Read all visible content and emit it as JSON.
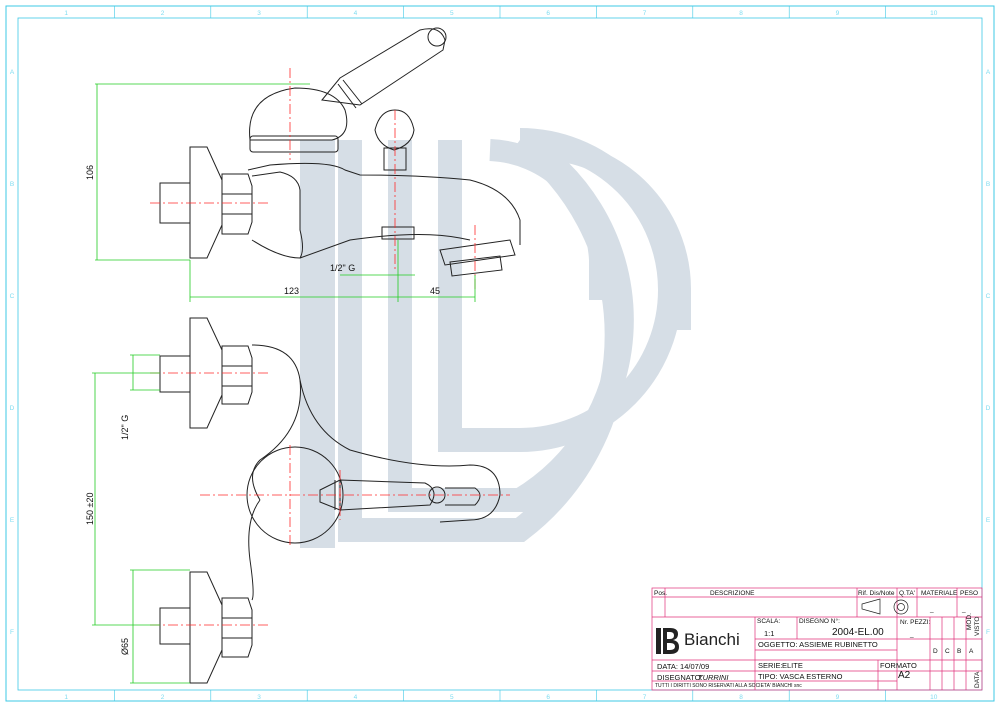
{
  "drawing": {
    "border_cols": [
      "1",
      "2",
      "3",
      "4",
      "5",
      "6",
      "7",
      "8",
      "9",
      "10"
    ],
    "border_rows": [
      "A",
      "B",
      "C",
      "D",
      "E",
      "F"
    ],
    "dims": {
      "top_height": "106",
      "thread_top": "1/2\" G",
      "left_len": "123",
      "spout_len": "45",
      "thread_left": "1/2\" G",
      "center": "150 ±20",
      "diameter": "Ø65"
    }
  },
  "title_block": {
    "pos": "Pos.",
    "descrizione": "DESCRIZIONE",
    "rif": "Rif. Dis/Note",
    "qta": "Q.TA'",
    "materiale": "MATERIALE",
    "peso": "PESO",
    "mat_val": "_",
    "peso_val": "_",
    "scala_label": "SCALA:",
    "scala_val": "1:1",
    "disegno_label": "DISEGNO N°:",
    "disegno_val": "2004-EL.00",
    "npezzi": "Nr. PEZZI:",
    "npezzi_val": "_",
    "oggetto": "OGGETTO: ASSIEME RUBINETTO",
    "serie_label": "SERIE:",
    "serie_val": "ELITE",
    "tipo": "TIPO: VASCA ESTERNO",
    "formato_label": "FORMATO",
    "formato_val": "A2",
    "data": "DATA: 14/07/09",
    "disegnato_label": "DISEGNATO:",
    "disegnato_val": "TURRINI",
    "rights": "TUTTI I DIRITTI SONO RISERVATI ALLA SOCIETA' BIANCHI snc",
    "brand": "Bianchi",
    "rev_labels": [
      "D",
      "C",
      "B",
      "A"
    ],
    "mod": "MOD.",
    "visto": "VISTO",
    "data_col": "DATA"
  }
}
